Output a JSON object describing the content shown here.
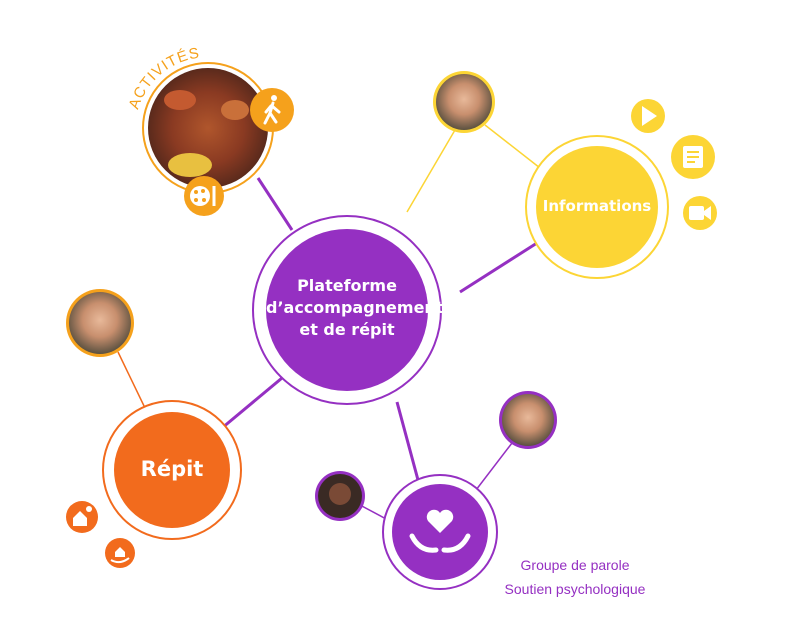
{
  "center": {
    "title": "Plateforme d’accompagnement et de répit",
    "line1": "Plateforme",
    "line2": "d’accompagnement",
    "line3": "et de répit"
  },
  "activities": {
    "label": "ACTIVITÉS",
    "icons": [
      "walking-icon",
      "palette-icon"
    ]
  },
  "informations": {
    "label": "Informations",
    "icons": [
      "play-icon",
      "document-icon",
      "video-camera-icon"
    ]
  },
  "repit": {
    "label": "Répit",
    "icons": [
      "house-sun-icon",
      "hand-house-icon"
    ]
  },
  "support": {
    "line1": "Groupe de parole",
    "line2": "Soutien psychologique",
    "icon": "heart-hands-icon"
  },
  "colors": {
    "purple": "#9530c2",
    "yellow": "#fcd535",
    "orange": "#f26b1d",
    "amber": "#f5a11c"
  }
}
